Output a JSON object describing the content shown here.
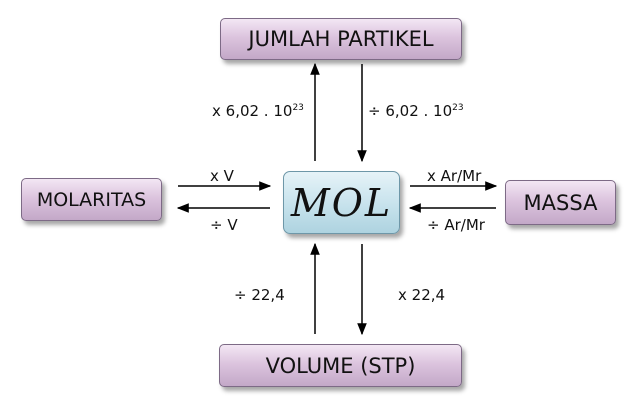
{
  "nodes": {
    "center": "MOL",
    "top": "JUMLAH PARTIKEL",
    "left": "MOLARITAS",
    "right": "MASSA",
    "bottom": "VOLUME (STP)"
  },
  "edges": {
    "top_up": {
      "label": "x  6,02 . 10",
      "sup": "23"
    },
    "top_down": {
      "label": "÷ 6,02 . 10",
      "sup": "23"
    },
    "left_to_mol": {
      "label": "x  V"
    },
    "mol_to_left": {
      "label": "÷  V"
    },
    "right_to_mass": {
      "label": "x  Ar/Mr"
    },
    "mass_to_mol": {
      "label": "÷  Ar/Mr"
    },
    "bottom_up": {
      "label": "÷  22,4"
    },
    "bottom_down": {
      "label": "x  22,4"
    }
  }
}
